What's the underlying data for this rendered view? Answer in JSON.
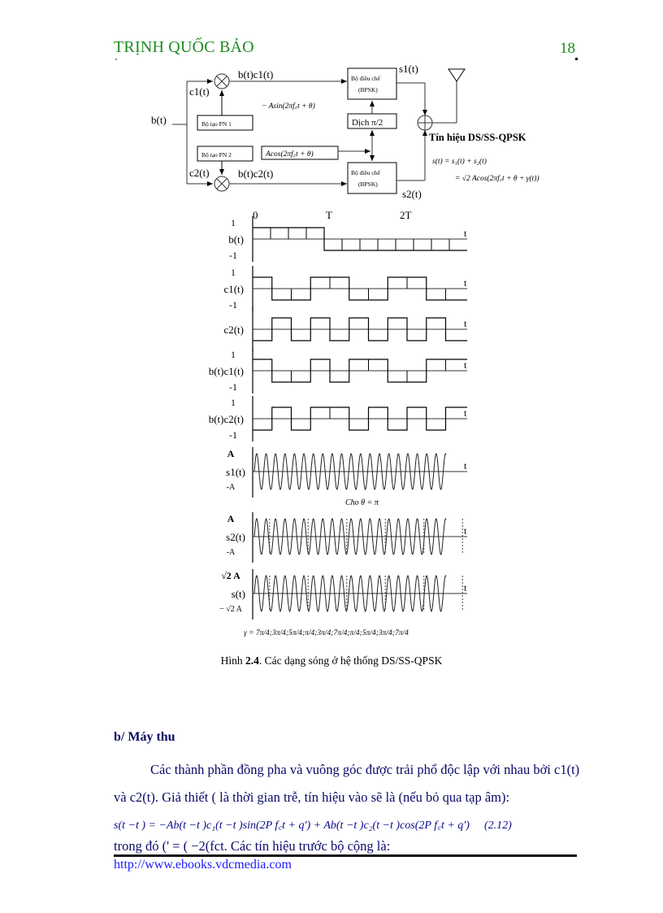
{
  "header": {
    "title": "TRỊNH QUỐC BẢO",
    "page_number": "18",
    "color": "#1e8a1e"
  },
  "block_diagram": {
    "input_label": "b(t)",
    "pn1_label": "Bộ tạo PN 1",
    "pn2_label": "Bộ tạo PN 2",
    "c1_label": "c1(t)",
    "c2_label": "c2(t)",
    "bc1_label": "b(t)c1(t)",
    "bc2_label": "b(t)c2(t)",
    "sin_carrier": "− Asin(2πf꜀t + θ)",
    "cos_carrier": "Acos(2πf꜀t + θ)",
    "phase_shift_label": "Dịch π/2",
    "mod1_label_line1": "Bộ điều chế",
    "mod1_label_line2": "(BPSK)",
    "mod2_label_line1": "Bộ điều chế",
    "mod2_label_line2": "(BPSK)",
    "s1_label": "s1(t)",
    "s2_label": "s2(t)",
    "output_title": "Tín hiệu DS/SS-QPSK",
    "output_eq1": "s(t) = s₁(t) + s₂(t)",
    "output_eq2": "= √2 Acos(2πf꜀t + θ + γ(t))"
  },
  "waveforms": {
    "time_labels": [
      "0",
      "T",
      "2T"
    ],
    "t_label": "t",
    "rows": [
      {
        "name": "b(t)",
        "top": "1",
        "bottom": "-1",
        "chips": [
          1,
          1,
          1,
          1,
          -1,
          -1,
          -1,
          -1,
          -1,
          -1,
          -1,
          -1
        ]
      },
      {
        "name": "c1(t)",
        "top": "1",
        "bottom": "-1",
        "chips": [
          1,
          -1,
          -1,
          1,
          1,
          -1,
          -1,
          1,
          1,
          -1,
          -1
        ]
      },
      {
        "name": "c2(t)",
        "top": "",
        "bottom": "",
        "chips": [
          -1,
          1,
          -1,
          1,
          -1,
          1,
          -1,
          1,
          -1,
          1,
          -1
        ]
      },
      {
        "name": "b(t)c1(t)",
        "top": "1",
        "bottom": "-1",
        "chips": [
          1,
          -1,
          -1,
          1,
          -1,
          1,
          1,
          -1,
          -1,
          1,
          1
        ]
      },
      {
        "name": "b(t)c2(t)",
        "top": "1",
        "bottom": "-1",
        "chips": [
          -1,
          1,
          -1,
          1,
          1,
          -1,
          1,
          -1,
          1,
          -1,
          1
        ]
      }
    ],
    "s1": {
      "name": "s1(t)",
      "top": "A",
      "bottom": "-A"
    },
    "theta_note": "Cho θ = π",
    "s2": {
      "name": "s2(t)",
      "top": "A",
      "bottom": "-A"
    },
    "s": {
      "name": "s(t)",
      "top": "√2 A",
      "bottom": "− √2 A"
    },
    "gamma_line": "γ = 7π/4;3π/4;5π/4;π/4;3π/4;7π/4;π/4;5π/4;3π/4;7π/4"
  },
  "figure_caption": {
    "prefix": "Hình ",
    "number": "2.4",
    "text": ". Các dạng sóng ở hệ thống DS/SS-QPSK"
  },
  "body": {
    "section_heading": "b/ Máy thu",
    "paragraph1": "Các thành phần đồng pha và vuông góc được trải phổ độc lập với nhau bởi c1(t) và c2(t). Giả thiết ( là thời gian trễ, tín hiệu vào sẽ là (nếu bỏ qua tạp âm):",
    "equation": "s(t −t ) = −Ab(t −t )c₁(t −t )sin(2P f꜀t + q') + Ab(t −t )c₂(t −t )cos(2P f꜀t + q')",
    "equation_number": "(2.12)",
    "paragraph2": "trong đó (' = ( −2(fct. Các tín hiệu trước bộ cộng là:"
  },
  "footer": {
    "link_text": "http://www.ebooks.vdcmedia.com"
  }
}
